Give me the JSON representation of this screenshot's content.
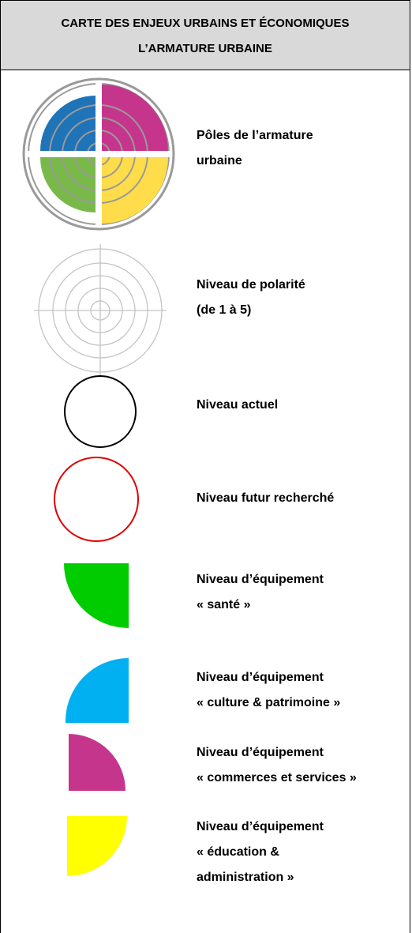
{
  "header": {
    "line1": "CARTE DES ENJEUX URBAINS ET ÉCONOMIQUES",
    "line2": "L’ARMATURE URBAINE"
  },
  "colors": {
    "header_bg": "#d9d9d9",
    "pole_blue": "#1f73b7",
    "pole_magenta": "#c6358c",
    "pole_green": "#79b94a",
    "pole_yellow": "#ffdc4a",
    "grey_line": "#bfbfbf",
    "current_level": "#000000",
    "future_level": "#e00000",
    "sante": "#00cc00",
    "culture": "#00b0f0",
    "commerces": "#c6358c",
    "education": "#ffff00"
  },
  "items": [
    {
      "icon": "pole-symbol-icon",
      "label": "Pôles de l’armature\nurbaine"
    },
    {
      "icon": "polarity-rings-icon",
      "label": "Niveau de polarité\n(de 1 à 5)"
    },
    {
      "icon": "black-circle-icon",
      "label": "Niveau actuel"
    },
    {
      "icon": "red-circle-icon",
      "label": "Niveau futur recherché"
    },
    {
      "icon": "green-quarter-icon",
      "label": "Niveau d’équipement\n« santé »"
    },
    {
      "icon": "blue-quarter-icon",
      "label": "Niveau d’équipement\n« culture & patrimoine »"
    },
    {
      "icon": "magenta-quarter-icon",
      "label": "Niveau d’équipement\n« commerces et services »"
    },
    {
      "icon": "yellow-quarter-icon",
      "label": "Niveau d’équipement\n« éducation &\nadministration »"
    }
  ]
}
